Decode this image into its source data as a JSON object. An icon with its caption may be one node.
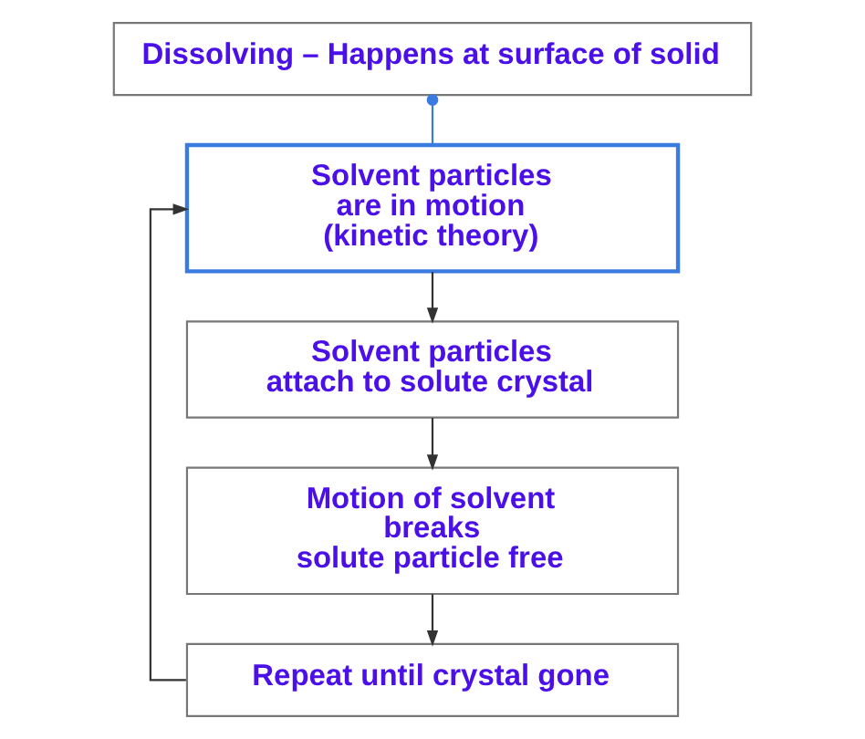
{
  "diagram": {
    "nodes": [
      {
        "text": [
          "Dissolving – Happens at surface of solid"
        ]
      },
      {
        "text": [
          "Solvent particles are in motion (kinetic theory)"
        ]
      },
      {
        "text": [
          "Solvent particles attach to solute crystal"
        ]
      },
      {
        "text": [
          "Motion of solvent breaks solute particle free"
        ]
      },
      {
        "text": [
          "Repeat until crystal gone"
        ]
      }
    ],
    "edges": [
      {
        "from": 0,
        "to": 1,
        "arrow": "other",
        "color": "#3a7be0"
      },
      {
        "from": 1,
        "to": 2,
        "arrow": "to"
      },
      {
        "from": 2,
        "to": 3,
        "arrow": "to"
      },
      {
        "from": 3,
        "to": 4,
        "arrow": "to"
      },
      {
        "from": 4,
        "to": 1,
        "arrow": "to"
      }
    ]
  }
}
